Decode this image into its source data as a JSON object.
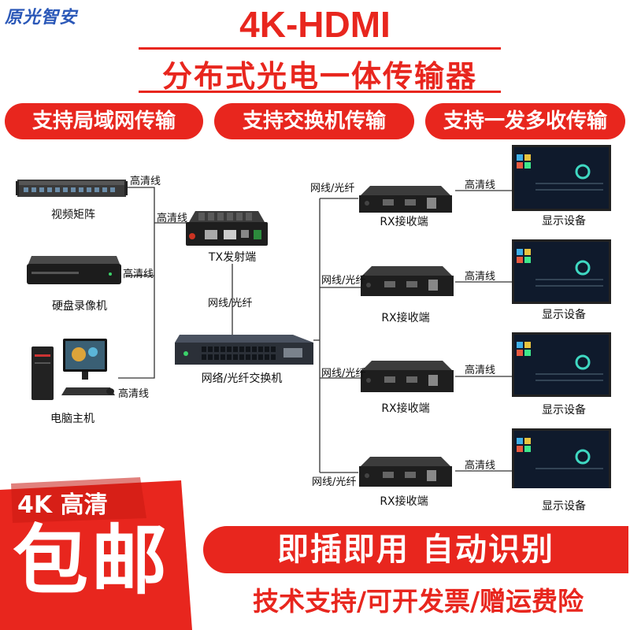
{
  "brand": "原光智安",
  "title": "4K-HDMI",
  "subtitle": "分布式光电一体传输器",
  "features": [
    "支持局域网传输",
    "支持交换机传输",
    "支持一发多收传输"
  ],
  "sources": [
    {
      "label": "视频矩阵",
      "cable": "高清线"
    },
    {
      "label": "硬盘录像机",
      "cable": "高清线"
    },
    {
      "label": "电脑主机",
      "cable": "高清线"
    }
  ],
  "tx": {
    "label": "TX发射端",
    "cable_in": "高清线"
  },
  "tx_link": "网线/光纤",
  "switch": {
    "label": "网络/光纤交换机"
  },
  "receivers": [
    {
      "link": "网线/光纤",
      "label": "RX接收端",
      "cable": "高清线",
      "display": "显示设备"
    },
    {
      "link": "网线/光纤",
      "label": "RX接收端",
      "cable": "高清线",
      "display": "显示设备"
    },
    {
      "link": "网线/光纤",
      "label": "RX接收端",
      "cable": "高清线",
      "display": "显示设备"
    },
    {
      "link": "网线/光纤",
      "label": "RX接收端",
      "cable": "高清线",
      "display": "显示设备"
    }
  ],
  "promo": {
    "badge": "4K 高清",
    "shipping": "包邮",
    "plug_play": "即插即用 自动识别",
    "support": "技术支持/可开发票/赠运费险"
  },
  "colors": {
    "accent": "#e8261e",
    "brand": "#2b58b8",
    "device": "#2a2a2a"
  }
}
